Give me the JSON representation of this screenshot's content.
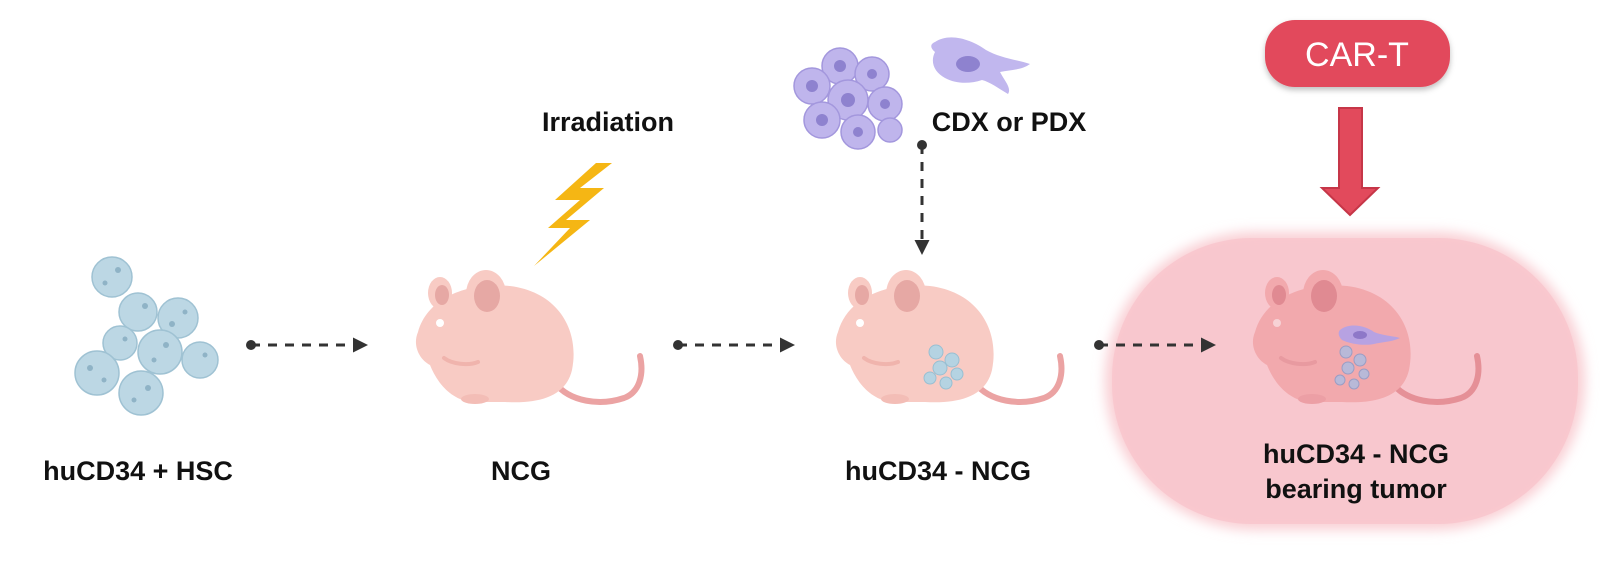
{
  "labels": {
    "hsc": "huCD34 + HSC",
    "ncg": "NCG",
    "irradiation": "Irradiation",
    "cdx_pdx": "CDX or PDX",
    "hucd34_ncg": "huCD34 - NCG",
    "tumor_line1": "huCD34 - NCG",
    "tumor_line2": "bearing tumor",
    "cart": "CAR-T"
  },
  "colors": {
    "hsc_cell": "#b9d6e3",
    "mouse_body": "#f7c9c2",
    "mouse_ear": "#e6a8a4",
    "tail": "#eba3a3",
    "bolt": "#f5b614",
    "tumor_cell": "#b3a8e6",
    "cart_badge": "#e24a5c",
    "cart_arrow": "#e24a5c",
    "highlight_panel": "#f9cfd4",
    "arrow": "#333333"
  }
}
